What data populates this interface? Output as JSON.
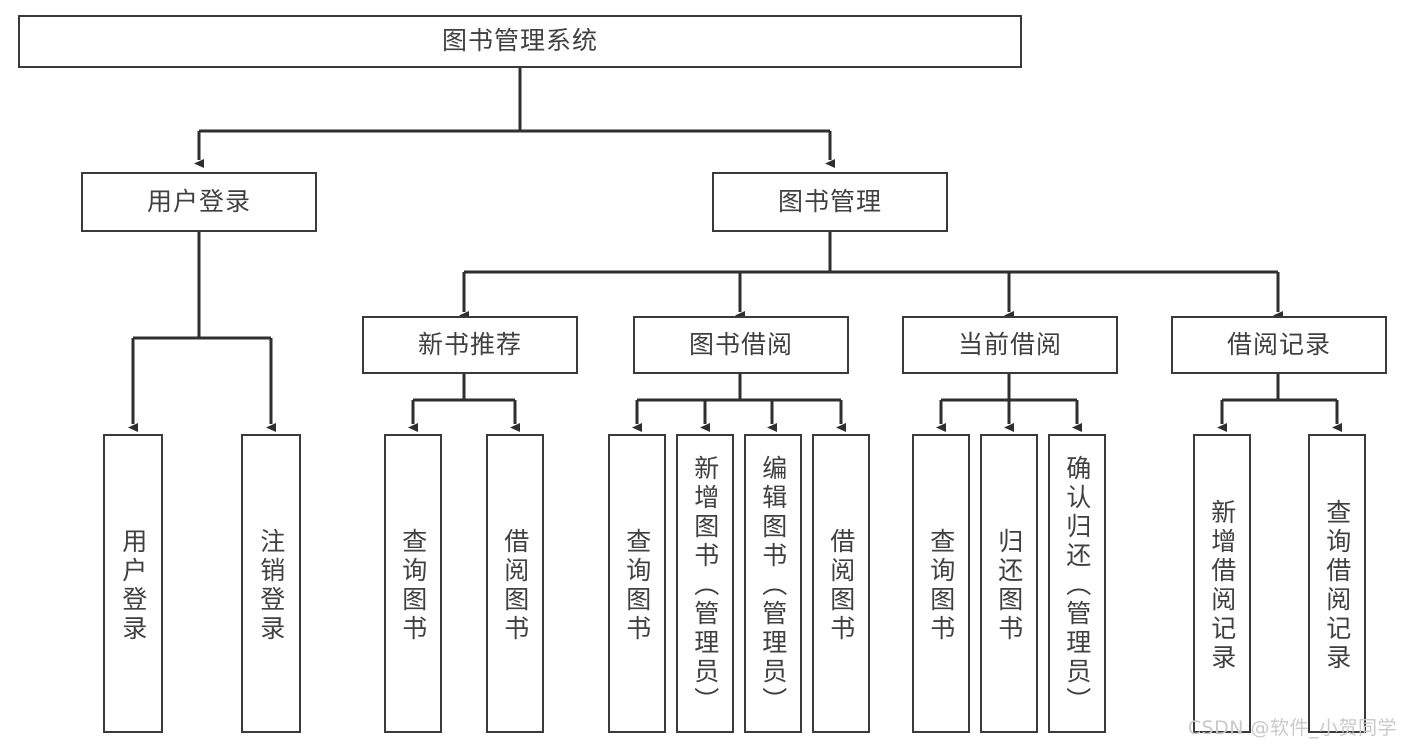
{
  "diagram": {
    "title": "图书管理系统",
    "watermark": "CSDN @软件_小贺同学",
    "colors": {
      "box_border": "#3a3a3a",
      "connector": "#2f2f2f",
      "text": "#404040",
      "background": "#ffffff",
      "watermark": "#c9c9c9"
    },
    "nodes": {
      "root": {
        "label": "图书管理系统"
      },
      "level1": [
        {
          "label": "用户登录"
        },
        {
          "label": "图书管理"
        }
      ],
      "level2": [
        {
          "label": "新书推荐"
        },
        {
          "label": "图书借阅"
        },
        {
          "label": "当前借阅"
        },
        {
          "label": "借阅记录"
        }
      ],
      "leaves": {
        "user_login": [
          {
            "label": "用户登录"
          },
          {
            "label": "注销登录"
          }
        ],
        "new_book_recommend": [
          {
            "label": "查询图书"
          },
          {
            "label": "借阅图书"
          }
        ],
        "book_borrow": [
          {
            "label": "查询图书"
          },
          {
            "label": "新增图书（管理员）"
          },
          {
            "label": "编辑图书（管理员）"
          },
          {
            "label": "借阅图书"
          }
        ],
        "current_borrow": [
          {
            "label": "查询图书"
          },
          {
            "label": "归还图书"
          },
          {
            "label": "确认归还（管理员）"
          }
        ],
        "borrow_records": [
          {
            "label": "新增借阅记录"
          },
          {
            "label": "查询借阅记录"
          }
        ]
      }
    }
  }
}
